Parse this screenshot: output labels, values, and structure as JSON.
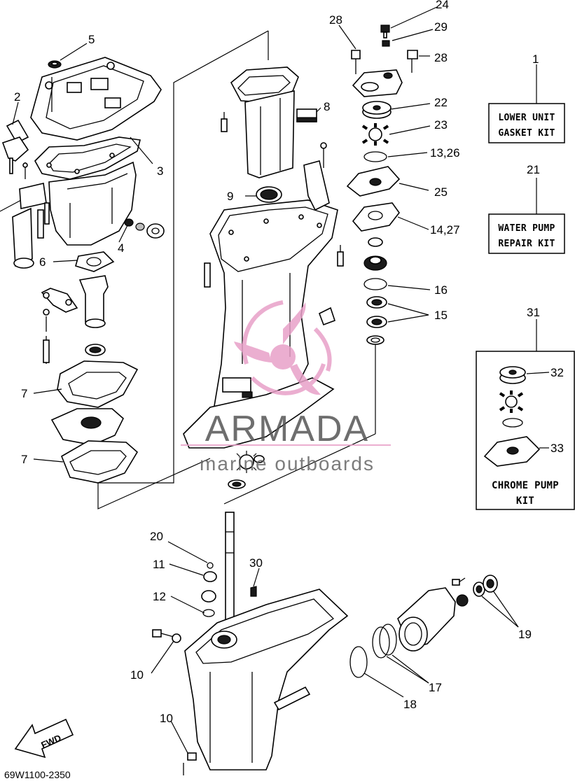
{
  "callouts": [
    {
      "id": "c28a",
      "label": "28"
    },
    {
      "id": "c24",
      "label": "24"
    },
    {
      "id": "c29",
      "label": "29"
    },
    {
      "id": "c28b",
      "label": "28"
    },
    {
      "id": "c5",
      "label": "5"
    },
    {
      "id": "c1",
      "label": "1"
    },
    {
      "id": "c2",
      "label": "2"
    },
    {
      "id": "c22",
      "label": "22"
    },
    {
      "id": "c8",
      "label": "8"
    },
    {
      "id": "c23",
      "label": "23"
    },
    {
      "id": "c3",
      "label": "3"
    },
    {
      "id": "c13",
      "label": "13,26"
    },
    {
      "id": "c21",
      "label": "21"
    },
    {
      "id": "c9",
      "label": "9"
    },
    {
      "id": "c25",
      "label": "25"
    },
    {
      "id": "c4",
      "label": "4"
    },
    {
      "id": "c14",
      "label": "14,27"
    },
    {
      "id": "c6",
      "label": "6"
    },
    {
      "id": "c16",
      "label": "16"
    },
    {
      "id": "c31",
      "label": "31"
    },
    {
      "id": "c15",
      "label": "15"
    },
    {
      "id": "c32",
      "label": "32"
    },
    {
      "id": "c7a",
      "label": "7"
    },
    {
      "id": "c33",
      "label": "33"
    },
    {
      "id": "c7b",
      "label": "7"
    },
    {
      "id": "c20",
      "label": "20"
    },
    {
      "id": "c11",
      "label": "11"
    },
    {
      "id": "c30",
      "label": "30"
    },
    {
      "id": "c12",
      "label": "12"
    },
    {
      "id": "c19",
      "label": "19"
    },
    {
      "id": "c10a",
      "label": "10"
    },
    {
      "id": "c17",
      "label": "17"
    },
    {
      "id": "c18",
      "label": "18"
    },
    {
      "id": "c10b",
      "label": "10"
    }
  ],
  "kits": {
    "lower_unit": {
      "line1": "LOWER UNIT",
      "line2": "GASKET KIT"
    },
    "water_pump": {
      "line1": "WATER PUMP",
      "line2": "REPAIR KIT"
    },
    "chrome_pump": {
      "line1": "CHROME PUMP",
      "line2": "KIT"
    }
  },
  "watermark": {
    "brand": "ARMADA",
    "tagline": "marine outboards",
    "color": "#e8a0c8"
  },
  "fwd_label": "FWD",
  "diagram_code": "69W1100-2350"
}
